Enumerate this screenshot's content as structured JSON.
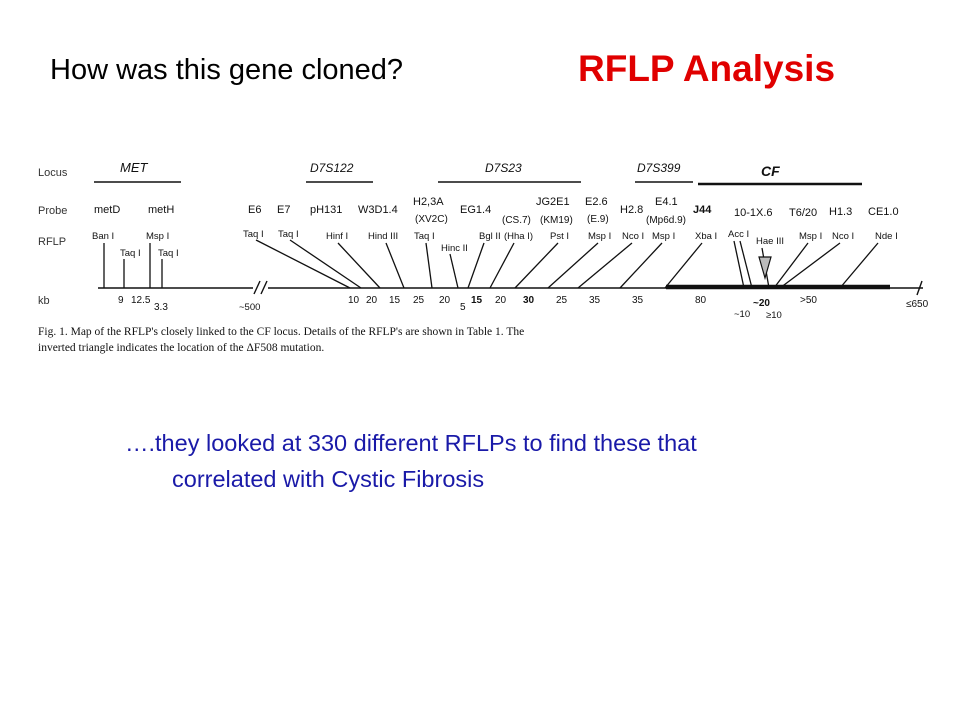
{
  "slide": {
    "question": "How was this gene cloned?",
    "title": "RFLP Analysis",
    "bullet_line1": "….they looked at 330 different RFLPs to find these that",
    "bullet_line2": "correlated with Cystic Fibrosis",
    "title_color": "#e00000",
    "bullet_color": "#1a1aa8"
  },
  "figure": {
    "row_labels": {
      "locus": "Locus",
      "probe": "Probe",
      "rflp": "RFLP",
      "kb": "kb"
    },
    "loci": [
      {
        "label": "MET"
      },
      {
        "label": "D7S122"
      },
      {
        "label": "D7S23"
      },
      {
        "label": "D7S399"
      },
      {
        "label": "CF"
      }
    ],
    "probes": [
      "metD",
      "metH",
      "E6",
      "E7",
      "pH131",
      "W3D1.4",
      "H2,3A",
      "(XV2C)",
      "EG1.4",
      "JG2E1",
      "(CS.7)",
      "(KM19)",
      "E2.6",
      "(E.9)",
      "H2.8",
      "E4.1",
      "(Mp6d.9)",
      "J44",
      "10-1X.6",
      "T6/20",
      "H1.3",
      "CE1.0"
    ],
    "enzymes": [
      "Ban I",
      "Taq I",
      "Msp I",
      "Taq I",
      "Taq I",
      "Taq I",
      "Hinf I",
      "Hind III",
      "Taq I",
      "Hinc II",
      "Bgl II",
      "(Hha I)",
      "Pst I",
      "Msp I",
      "Nco I",
      "Msp I",
      "Xba I",
      "Acc I",
      "Hae III",
      "Msp I",
      "Nco I",
      "Nde I"
    ],
    "kb_values": [
      "9",
      "12.5",
      "3.3",
      "~500",
      "10",
      "20",
      "15",
      "25",
      "20",
      "5",
      "15",
      "20",
      "30",
      "25",
      "35",
      "35",
      "80",
      "~20",
      ">50",
      "≤650",
      "~10",
      "≥10"
    ],
    "caption_line1": "Fig. 1. Map of the RFLP's closely linked to the CF locus. Details of the RFLP's are shown in Table 1. The",
    "caption_line2": "inverted triangle indicates the location of the ΔF508 mutation."
  }
}
